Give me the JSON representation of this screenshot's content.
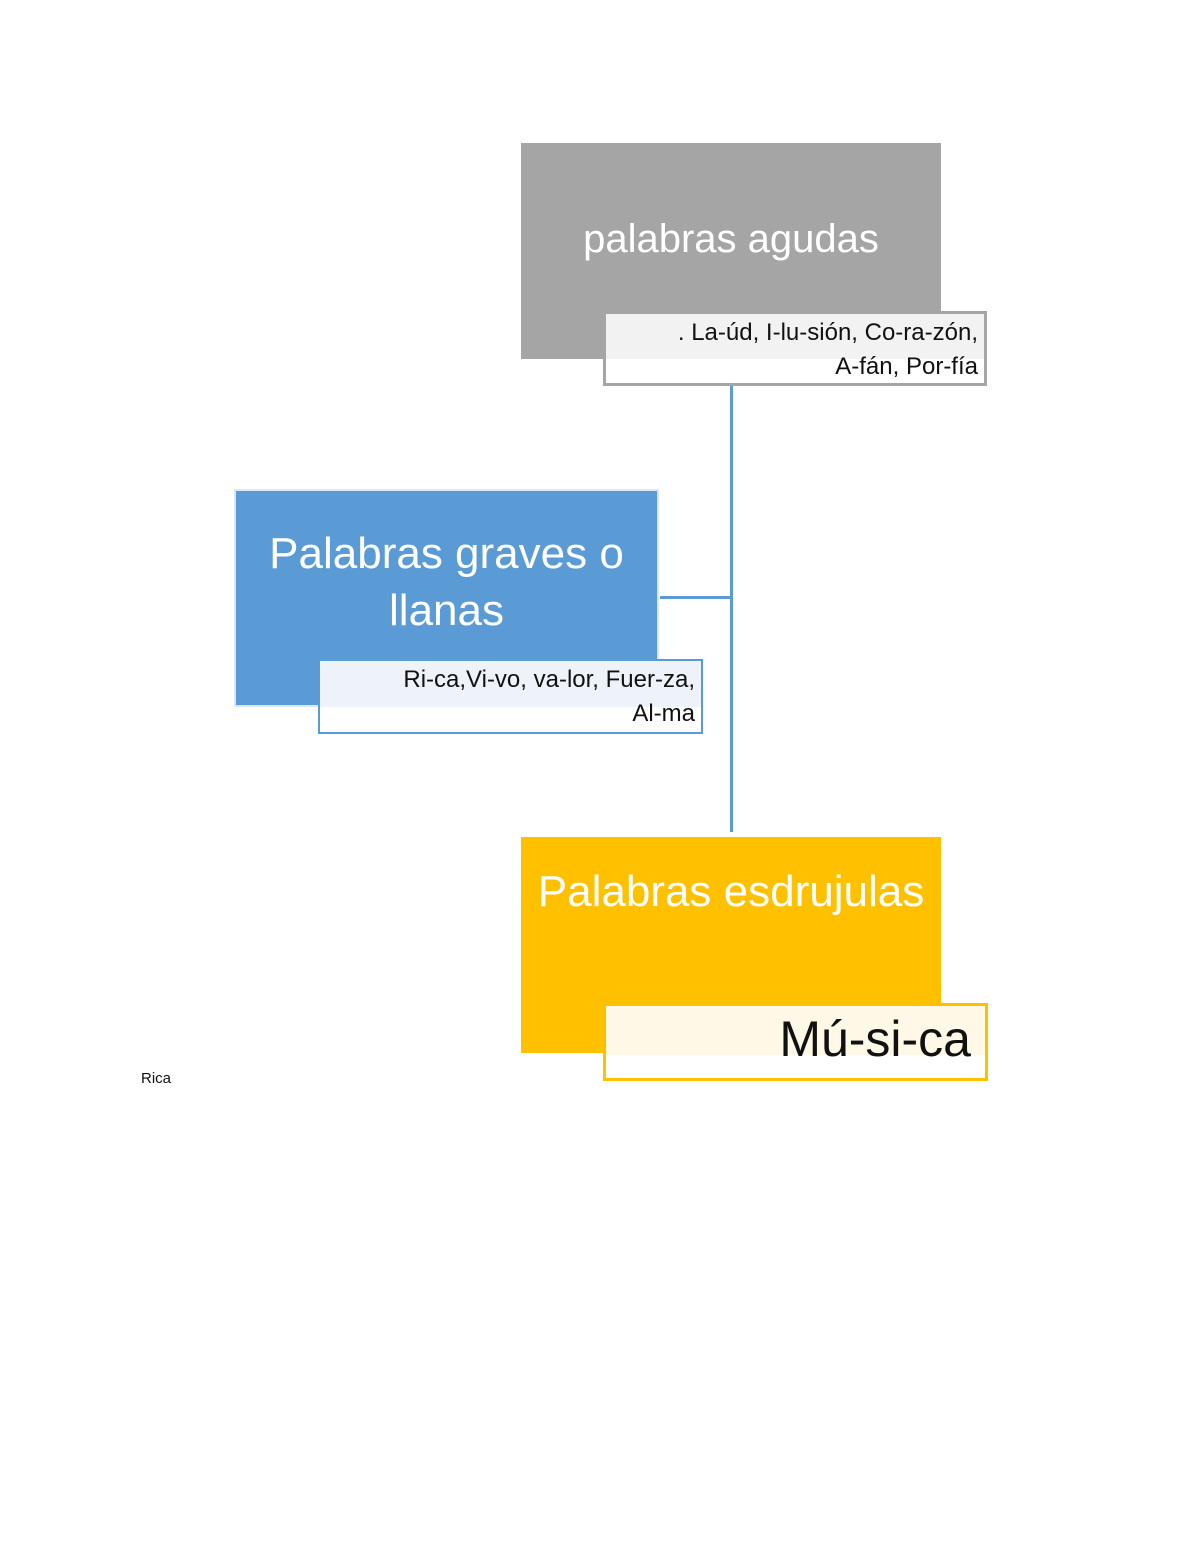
{
  "diagram": {
    "nodes": [
      {
        "title": "palabras agudas",
        "examples_line1": ". La-úd, I-lu-sión,  Co-ra-zón,",
        "examples_line2": "A-fán,  Por-fía",
        "color": "#a5a5a5"
      },
      {
        "title_line1": "Palabras graves o",
        "title_line2": "llanas",
        "examples_line1": "Ri-ca,Vi-vo, va-lor, Fuer-za,",
        "examples_line2": "Al-ma",
        "color": "#5b9bd5"
      },
      {
        "title": "Palabras esdrujulas",
        "examples": "Mú-si-ca",
        "color": "#ffc000"
      }
    ],
    "connector_color": "#5b9bd5"
  },
  "footer_note": "Rica"
}
